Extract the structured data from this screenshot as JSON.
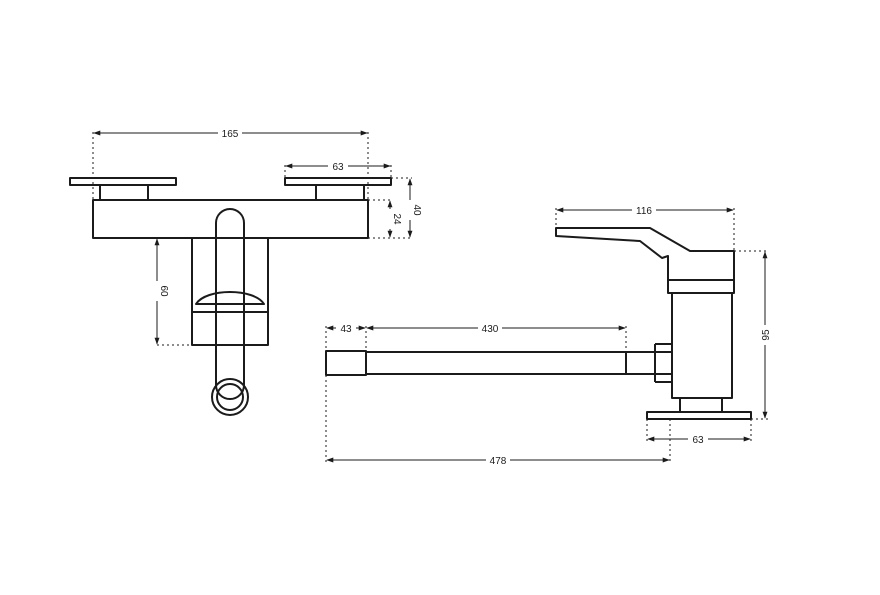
{
  "front_view": {
    "overall_width": "165",
    "handle_plate_width": "63",
    "total_height": "40",
    "body_height": "24",
    "column_height": "60"
  },
  "side_view": {
    "lever_length": "116",
    "spout_tip": "43",
    "spout_length": "430",
    "height": "95",
    "base_width": "63",
    "total_reach": "478"
  }
}
